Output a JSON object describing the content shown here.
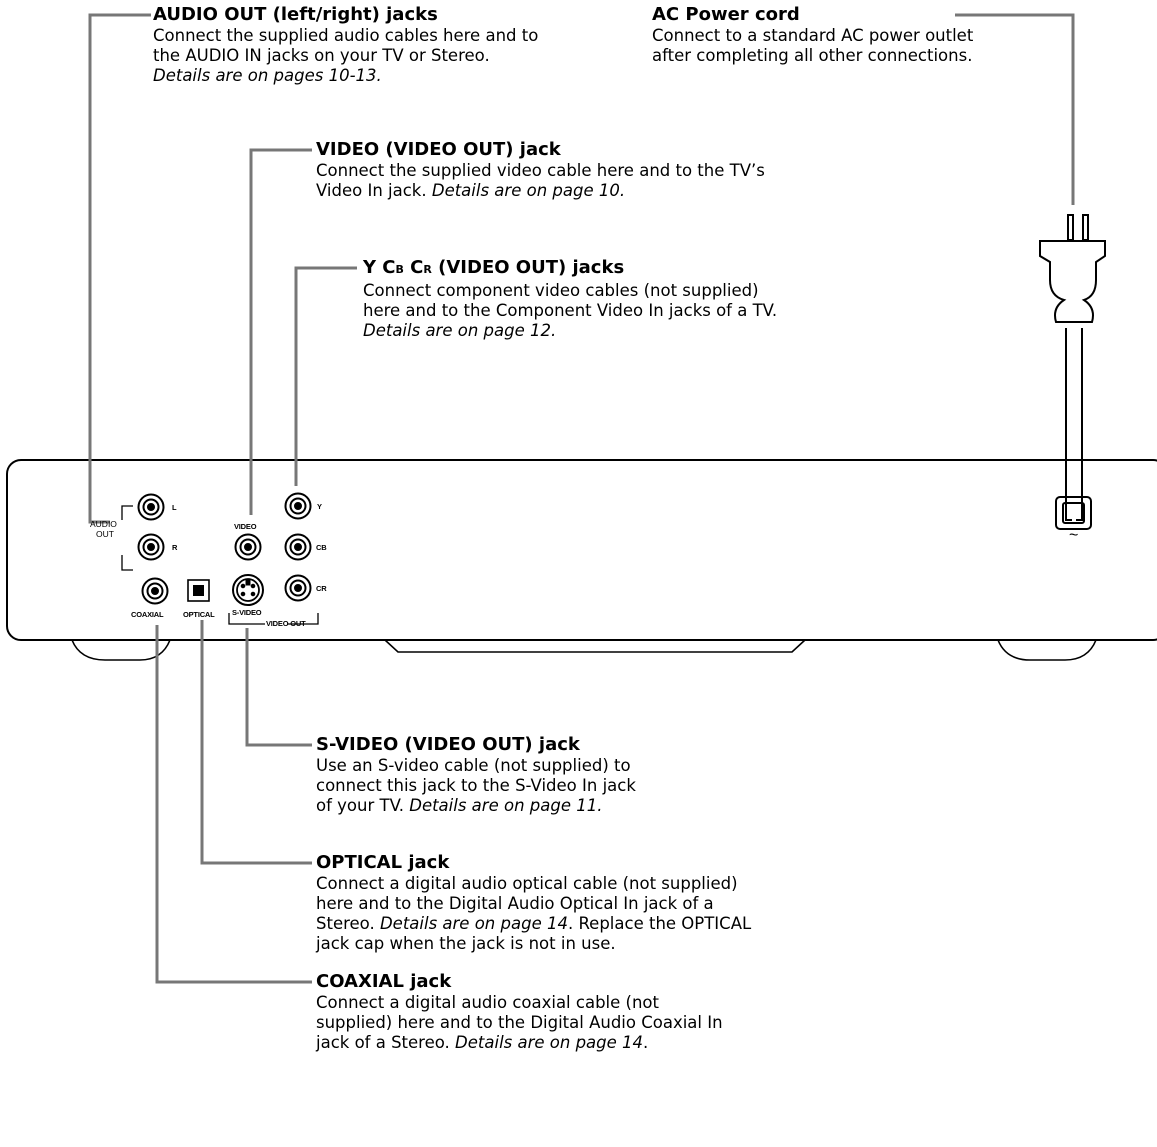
{
  "callouts": {
    "audio_out": {
      "title": "AUDIO OUT (left/right) jacks",
      "line1": "Connect the supplied audio cables here and to",
      "line2": "the AUDIO IN jacks on your TV or Stereo.",
      "ref": "Details are on pages 10-13."
    },
    "ac_power": {
      "title": "AC Power cord",
      "line1": "Connect to a standard AC power outlet",
      "line2": "after completing all other connections."
    },
    "video": {
      "title": "VIDEO (VIDEO OUT) jack",
      "line1": "Connect the supplied video cable here and to the TV’s",
      "line2a": "Video In jack. ",
      "ref": "Details are on page 10."
    },
    "ycbcr": {
      "title_y": "Y C",
      "title_b": "B",
      "title_c": " C",
      "title_r": "R",
      "title_rest": " (VIDEO OUT) jacks",
      "line1": "Connect component video cables (not supplied)",
      "line2": "here and to the Component Video In jacks of a TV.",
      "ref": "Details are on page 12."
    },
    "svideo": {
      "title": "S-VIDEO (VIDEO OUT) jack",
      "line1": "Use an S-video cable (not supplied) to",
      "line2": "connect this jack to the S-Video In jack",
      "line3a": "of your TV. ",
      "ref": "Details are on page 11."
    },
    "optical": {
      "title": "OPTICAL jack",
      "line1": "Connect a digital audio optical cable (not supplied)",
      "line2": "here and to the Digital Audio Optical In jack of a",
      "line3a": "Stereo. ",
      "ref": "Details are on page 14",
      "line3b": ". Replace the OPTICAL",
      "line4": "jack cap when the jack is not in use."
    },
    "coaxial": {
      "title": "COAXIAL jack",
      "line1": "Connect a digital audio coaxial cable (not",
      "line2": "supplied) here and to the Digital Audio Coaxial In",
      "line3a": "jack of a Stereo. ",
      "ref": "Details are on page 14",
      "line3b": "."
    }
  },
  "panel_labels": {
    "audio": "AUDIO",
    "out": "OUT",
    "l": "L",
    "r": "R",
    "video": "VIDEO",
    "y": "Y",
    "cb": "CB",
    "cr": "CR",
    "coaxial": "COAXIAL",
    "optical": "OPTICAL",
    "s_video": "S-VIDEO",
    "video_out": "VIDEO OUT",
    "ac_symbol": "~"
  },
  "colors": {
    "leader_line": "#777777",
    "outline": "#000000",
    "background": "#ffffff"
  }
}
